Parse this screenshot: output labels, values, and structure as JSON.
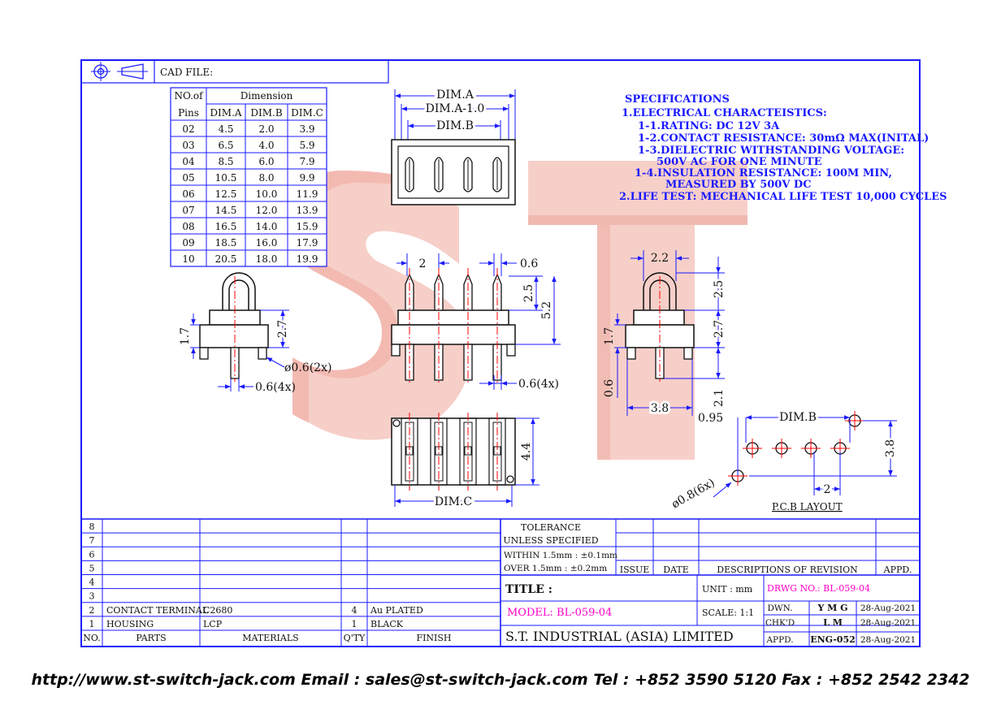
{
  "cad_file_label": "CAD FILE:",
  "dimension_table": {
    "header_top_left": "NO.of",
    "header_pins": "Pins",
    "header_dimension": "Dimension",
    "columns": [
      "DIM.A",
      "DIM.B",
      "DIM.C"
    ],
    "rows": [
      [
        "02",
        "4.5",
        "2.0",
        "3.9"
      ],
      [
        "03",
        "6.5",
        "4.0",
        "5.9"
      ],
      [
        "04",
        "8.5",
        "6.0",
        "7.9"
      ],
      [
        "05",
        "10.5",
        "8.0",
        "9.9"
      ],
      [
        "06",
        "12.5",
        "10.0",
        "11.9"
      ],
      [
        "07",
        "14.5",
        "12.0",
        "13.9"
      ],
      [
        "08",
        "16.5",
        "14.0",
        "15.9"
      ],
      [
        "09",
        "18.5",
        "16.0",
        "17.9"
      ],
      [
        "10",
        "20.5",
        "18.0",
        "19.9"
      ]
    ]
  },
  "specs": {
    "title": "SPECIFICATIONS",
    "lines": [
      "1.ELECTRICAL  CHARACTEISTICS:",
      "1-1.RATING:  DC  12V  3A",
      "1-2.CONTACT  RESISTANCE:  30mΩ MAX(INITAL)",
      "1-3.DIELECTRIC  WITHSTANDING  VOLTAGE:",
      "500V  AC  FOR  ONE  MINUTE",
      "1-4.INSULATION  RESISTANCE:  100M    MIN,",
      "MEASURED  BY  500V  DC",
      "2.LIFE  TEST:  MECHANICAL  LIFE  TEST  10,000  CYCLES"
    ]
  },
  "dims": {
    "dim_a": "DIM.A",
    "dim_a_minus": "DIM.A-1.0",
    "dim_b": "DIM.B",
    "dim_c": "DIM.C",
    "v_2": "2",
    "v_0_6": "0.6",
    "v_2_5": "2.5",
    "v_5_2": "5.2",
    "v_1_7": "1.7",
    "v_2_7": "2.7",
    "v_phi06_2x": "ø0.6(2x)",
    "v_06_4x": "0.6(4x)",
    "v_4_4": "4.4",
    "v_2_2": "2.2",
    "v_3_8": "3.8",
    "v_2_1": "2.1",
    "v_0_95": "0.95",
    "v_phi08_6x": "ø0.8(6x)",
    "pcb_layout": "P.C.B  LAYOUT"
  },
  "watermark": "ST",
  "title_block": {
    "row_numbers": [
      "8",
      "7",
      "6",
      "5",
      "4",
      "3",
      "2",
      "1"
    ],
    "parts": {
      "row2": [
        "CONTACT  TERMINAL",
        "C2680",
        "4",
        "Au  PLATED"
      ],
      "row1": [
        "HOUSING",
        "LCP",
        "1",
        "BLACK"
      ],
      "headers": [
        "NO.",
        "PARTS",
        "MATERIALS",
        "Q'TY",
        "FINISH"
      ]
    },
    "tolerance": [
      "TOLERANCE",
      "UNLESS    SPECIFIED",
      "WITHIN  1.5mm :  ±0.1mm",
      "OVER    1.5mm : ±0.2mm"
    ],
    "revision_headers": [
      "ISSUE",
      "DATE",
      "DESCRIPTIONS  OF  REVISION",
      "APPD."
    ],
    "title_label": "TITLE  :",
    "unit": "UNIT  :    mm",
    "drwg_no": "DRWG  NO.:  BL-059-04",
    "model": "MODEL:  BL-059-04",
    "scale": "SCALE:    1:1",
    "company": "S.T.  INDUSTRIAL  (ASIA)  LIMITED",
    "sign_rows": [
      [
        "DWN.",
        "Y M G",
        "28-Aug-2021"
      ],
      [
        "CHK'D",
        "L M",
        "28-Aug-2021"
      ],
      [
        "APPD.",
        "ENG-052",
        "28-Aug-2021"
      ]
    ]
  },
  "footer": "http://www.st-switch-jack.com  Email : sales@st-switch-jack.com  Tel : +852 3590 5120  Fax : +852 2542 2342",
  "colors": {
    "line": "#1a1aff",
    "center": "#ff0000",
    "watermark": "#f2b8b0",
    "magenta": "#ff00c8"
  }
}
